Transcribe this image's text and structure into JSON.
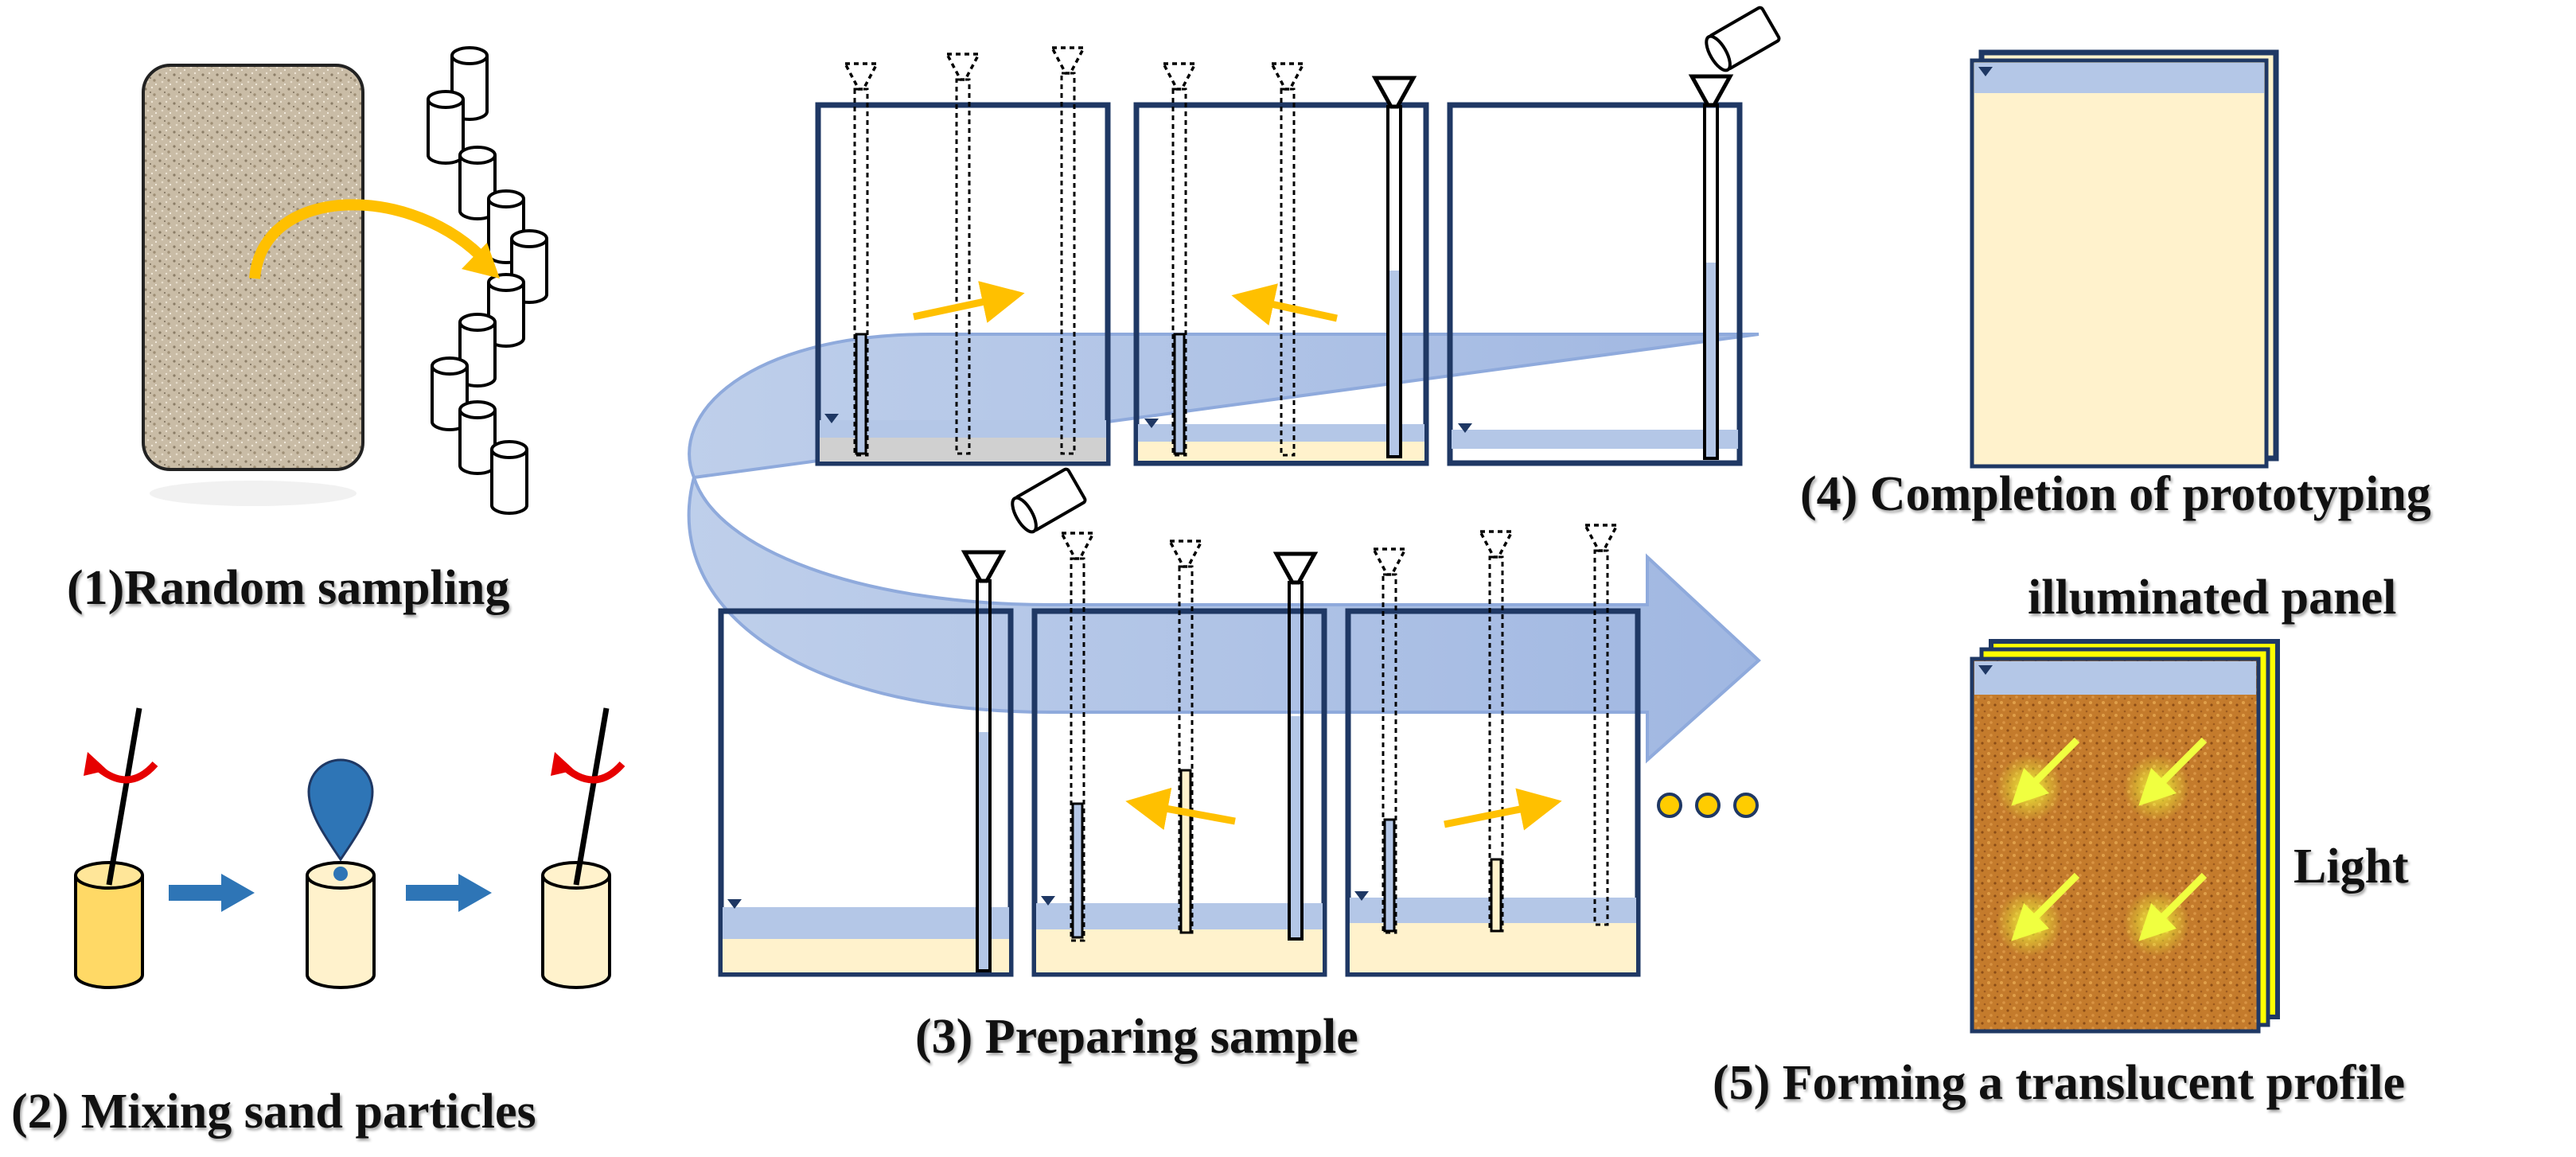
{
  "labels": {
    "step1": "(1)Random sampling",
    "step2": "(2) Mixing sand particles",
    "step3": "(3) Preparing sample",
    "step4": "(4) Completion of prototyping",
    "step5": "(5) Forming a translucent profile",
    "panel": "illuminated panel",
    "light": "Light"
  },
  "colors": {
    "frame": "#1f3864",
    "water_blue": "#b4c7e7",
    "sand_cream": "#fff2cc",
    "sand_grey": "#d0d0d0",
    "arrow_yellow": "#ffc000",
    "flow_arrow": "#8faadc",
    "mix_arrow": "#2e75b6",
    "stir_red": "#e60000",
    "cup_full": "#ffd966",
    "cup_light": "#fff2cc",
    "sand_photo": "#c8bba4",
    "profile": "#c07a2a",
    "panel_yellow": "#ffff00",
    "dots": "#ffcc00"
  },
  "icons": [
    "sand-sample-photo",
    "sample-cylinder-icon",
    "stirring-rod-icon",
    "water-drop-icon",
    "funnel-icon",
    "tipping-cup-icon",
    "water-level-icon",
    "continuation-dots-icon"
  ]
}
